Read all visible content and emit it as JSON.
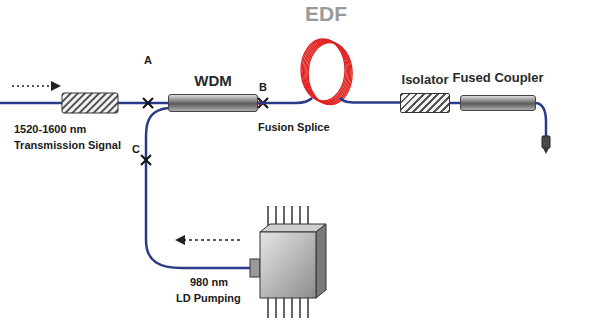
{
  "diagram": {
    "nodes": [
      {
        "text": [
          "WDM"
        ]
      },
      {
        "text": [
          "EDF"
        ]
      },
      {
        "text": [
          "Isolator"
        ]
      },
      {
        "text": [
          "Fused Coupler"
        ]
      }
    ],
    "edges": [
      {
        "from": 0,
        "to": 1,
        "arrow": "none"
      },
      {
        "from": 1,
        "to": 2,
        "arrow": "none"
      },
      {
        "from": 2,
        "to": 3,
        "arrow": "none"
      }
    ],
    "labels": [
      "A",
      "B",
      "C",
      "Fusion Splice",
      "1520-1600 nm",
      "Transmission Signal",
      "980 nm",
      "LD Pumping"
    ]
  }
}
